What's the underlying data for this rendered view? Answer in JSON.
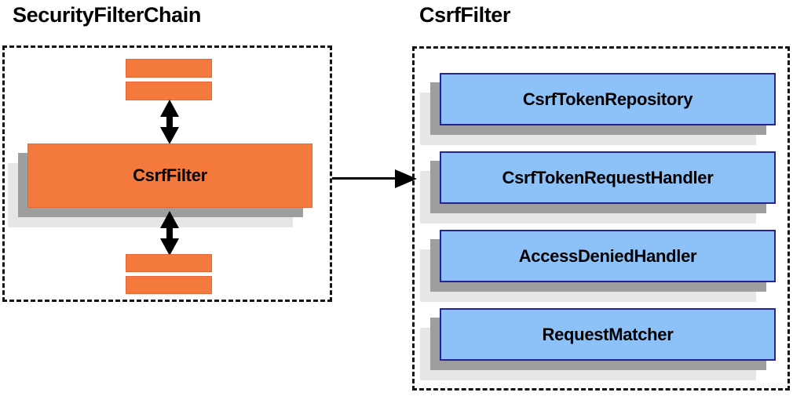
{
  "diagram": {
    "type": "architecture-component-diagram",
    "background_color": "#ffffff",
    "palette": {
      "orange_fill": "#f4793c",
      "orange_border": "#e4673a",
      "blue_fill": "#8cc2f7",
      "blue_border": "#1f259b",
      "shadow_mid": "#9e9e9e",
      "shadow_back": "#e6e6e6",
      "outline_dashed": "#151515",
      "text": "#000000"
    }
  },
  "panels": [
    {
      "id": "security-filter-chain",
      "title": "SecurityFilterChain",
      "border_style": "dashed",
      "nodes": [
        {
          "id": "filter-slot-top-1",
          "label": "",
          "kind": "bar",
          "color": "orange"
        },
        {
          "id": "filter-slot-top-2",
          "label": "",
          "kind": "bar",
          "color": "orange"
        },
        {
          "id": "csrf-filter",
          "label": "CsrfFilter",
          "kind": "stacked",
          "color": "orange"
        },
        {
          "id": "filter-slot-bottom-1",
          "label": "",
          "kind": "bar",
          "color": "orange"
        },
        {
          "id": "filter-slot-bottom-2",
          "label": "",
          "kind": "bar",
          "color": "orange"
        }
      ],
      "connectors": [
        {
          "id": "chain-link-above",
          "style": "double-headed-vertical"
        },
        {
          "id": "chain-link-below",
          "style": "double-headed-vertical"
        }
      ]
    },
    {
      "id": "csrf-filter-detail",
      "title": "CsrfFilter",
      "border_style": "dashed",
      "nodes": [
        {
          "id": "csrf-token-repository",
          "label": "CsrfTokenRepository",
          "kind": "stacked",
          "color": "blue"
        },
        {
          "id": "csrf-token-request-handler",
          "label": "CsrfTokenRequestHandler",
          "kind": "stacked",
          "color": "blue"
        },
        {
          "id": "access-denied-handler",
          "label": "AccessDeniedHandler",
          "kind": "stacked",
          "color": "blue"
        },
        {
          "id": "request-matcher",
          "label": "RequestMatcher",
          "kind": "stacked",
          "color": "blue"
        }
      ]
    }
  ],
  "cross_panel_connector": {
    "id": "expand-csrf-filter",
    "style": "single-headed-horizontal",
    "from": "security-filter-chain",
    "to": "csrf-filter-detail",
    "label": ""
  }
}
